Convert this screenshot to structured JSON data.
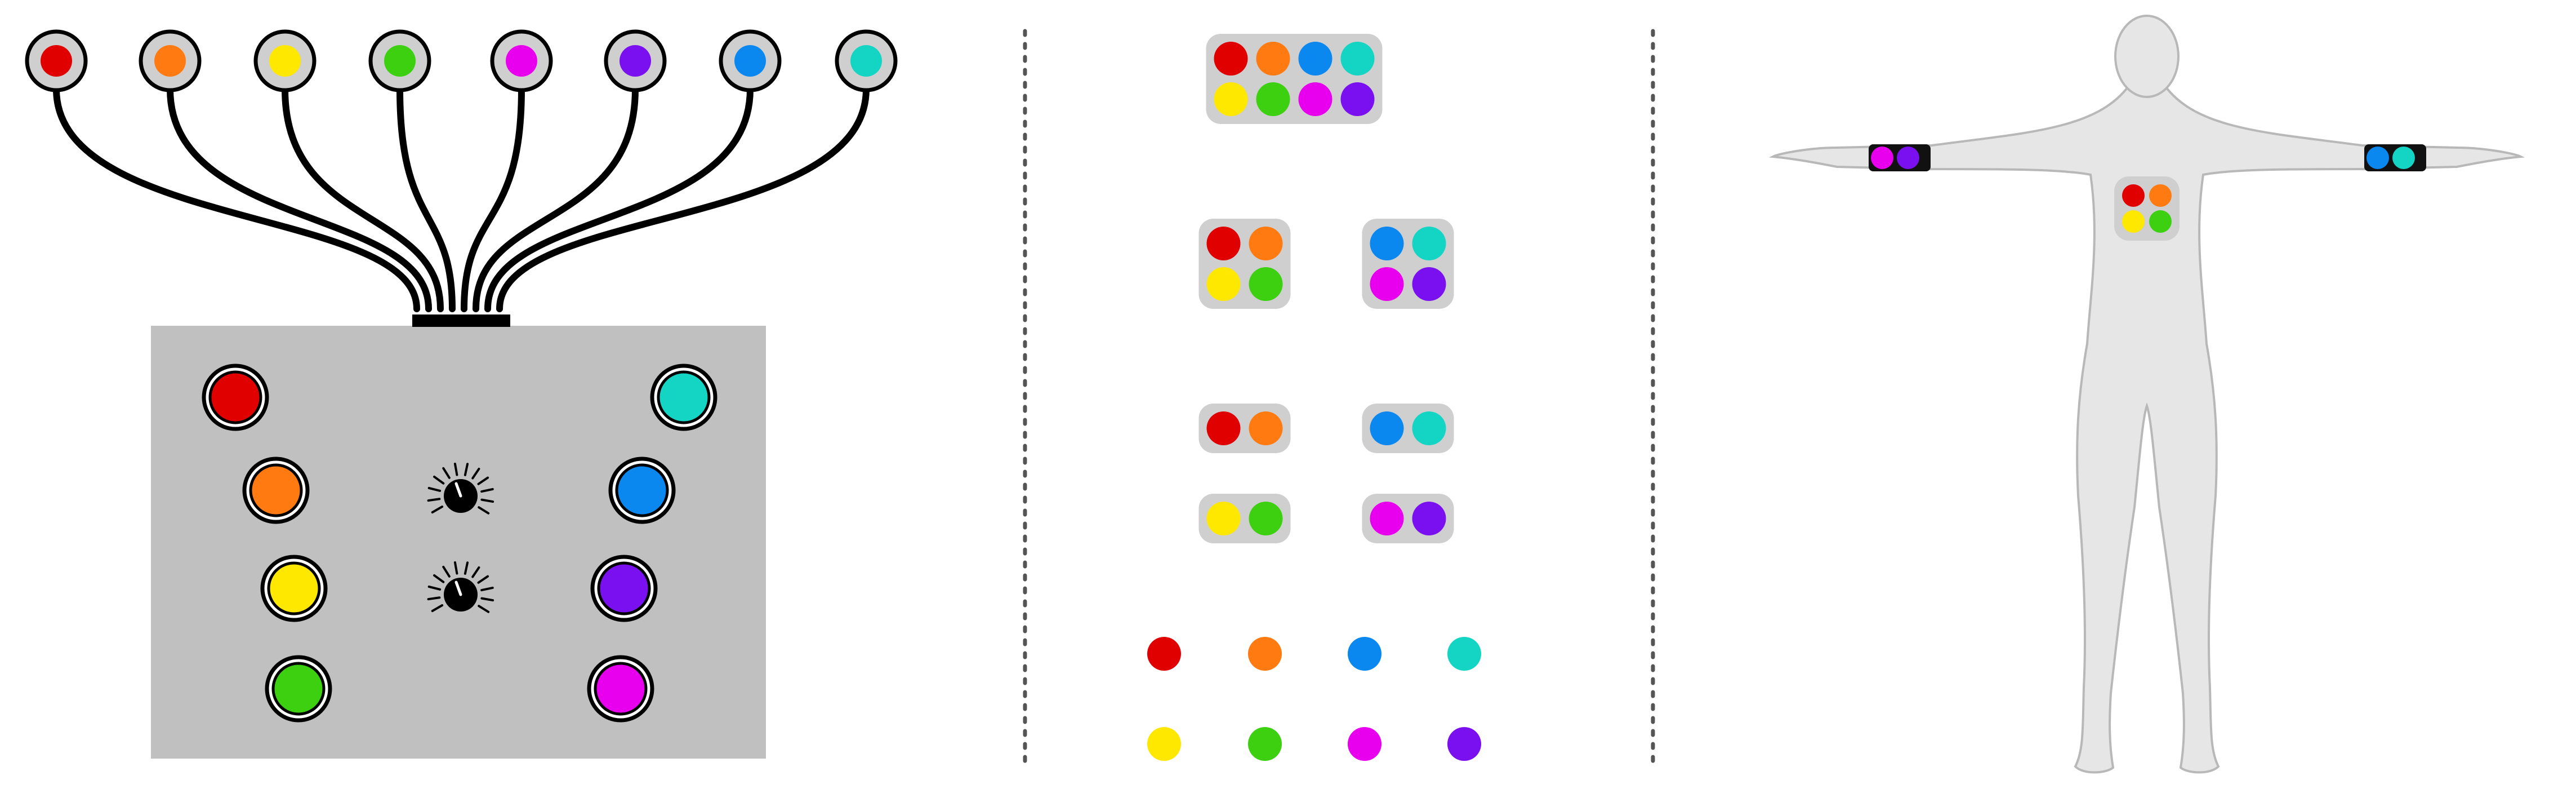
{
  "colors": {
    "red": "#e00000",
    "orange": "#ff7a10",
    "yellow": "#ffe800",
    "green": "#3cd010",
    "magenta": "#e800ee",
    "purple": "#7a10f0",
    "blue": "#0a88f0",
    "teal": "#14d4c4",
    "panel": "#c0c0c0",
    "pod": "#cfcfcf",
    "divider": "#555555",
    "body": "#e6e6e6"
  },
  "sensor_order": [
    "red",
    "orange",
    "yellow",
    "green",
    "magenta",
    "purple",
    "blue",
    "teal"
  ],
  "panels": {
    "left": {
      "description_icons": [
        "sensor-bulb",
        "cable",
        "hub-box",
        "control-knob"
      ],
      "box_left_column": [
        "red",
        "orange",
        "yellow",
        "green"
      ],
      "box_right_column": [
        "teal",
        "blue",
        "purple",
        "magenta"
      ],
      "knob_count": 2
    },
    "middle": {
      "groupings": [
        {
          "name": "eight",
          "rows": [
            [
              "red",
              "orange",
              "blue",
              "teal"
            ],
            [
              "yellow",
              "green",
              "magenta",
              "purple"
            ]
          ]
        },
        {
          "name": "four-a",
          "rows": [
            [
              "red",
              "orange"
            ],
            [
              "yellow",
              "green"
            ]
          ]
        },
        {
          "name": "four-b",
          "rows": [
            [
              "blue",
              "teal"
            ],
            [
              "magenta",
              "purple"
            ]
          ]
        },
        {
          "name": "two-a",
          "rows": [
            [
              "red",
              "orange"
            ]
          ]
        },
        {
          "name": "two-b",
          "rows": [
            [
              "blue",
              "teal"
            ]
          ]
        },
        {
          "name": "two-c",
          "rows": [
            [
              "yellow",
              "green"
            ]
          ]
        },
        {
          "name": "two-d",
          "rows": [
            [
              "magenta",
              "purple"
            ]
          ]
        }
      ],
      "singles": [
        [
          "red",
          "orange",
          "blue",
          "teal"
        ],
        [
          "yellow",
          "green",
          "magenta",
          "purple"
        ]
      ]
    },
    "right": {
      "chest_pod": [
        [
          "red",
          "orange"
        ],
        [
          "yellow",
          "green"
        ]
      ],
      "left_arm_band": [
        "magenta",
        "purple"
      ],
      "right_arm_band": [
        "blue",
        "teal"
      ]
    }
  }
}
